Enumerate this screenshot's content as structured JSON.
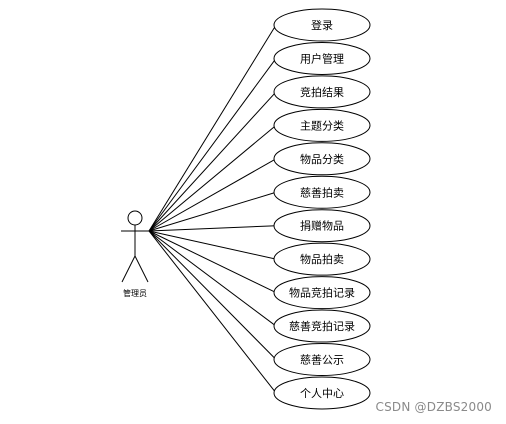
{
  "actor": {
    "label": "管理员"
  },
  "use_cases": [
    "登录",
    "用户管理",
    "竞拍结果",
    "主题分类",
    "物品分类",
    "慈善拍卖",
    "捐赠物品",
    "物品拍卖",
    "物品竞拍记录",
    "慈善竞拍记录",
    "慈善公示",
    "个人中心"
  ],
  "watermark": "CSDN @DZBS2000",
  "colors": {
    "stroke": "#000000",
    "background": "#ffffff",
    "watermark": "#8a8a8a"
  }
}
